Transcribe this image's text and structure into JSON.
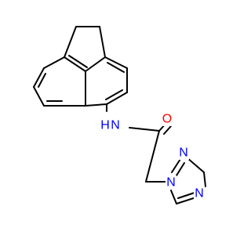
{
  "colors": {
    "background": "#ffffff",
    "bond": "#000000",
    "nitrogen": "#0000ff",
    "oxygen": "#ff0000"
  },
  "atom_labels": {
    "amide_n": "N",
    "amide_h": "H",
    "carbonyl_o": "O",
    "triazole_n1": "N",
    "triazole_n2": "N",
    "triazole_n4": "N"
  }
}
